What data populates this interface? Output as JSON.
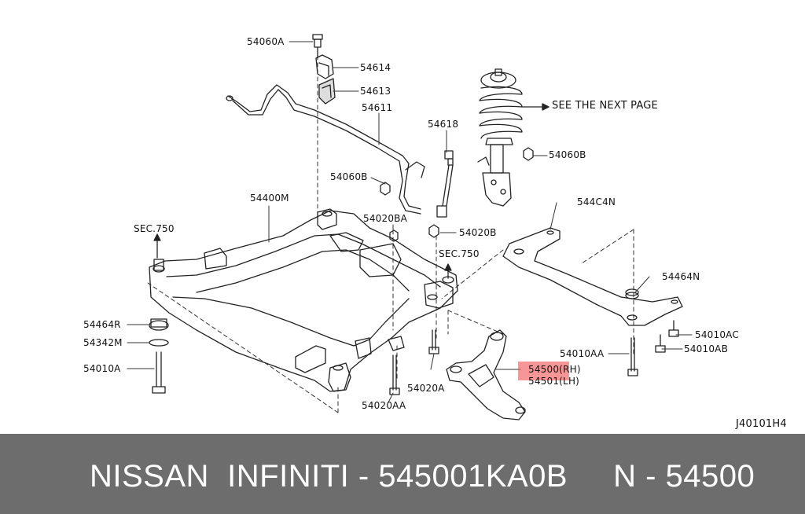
{
  "diagram": {
    "code": "J40101H4",
    "see_next_page": "SEE THE NEXT PAGE",
    "labels": {
      "p54060A": "54060A",
      "p54614": "54614",
      "p54613": "54613",
      "p54611": "54611",
      "p54618": "54618",
      "p54060B_top": "54060B",
      "p54060B_mid": "54060B",
      "p54400M": "54400M",
      "p54020BA": "54020BA",
      "p54020B": "54020B",
      "sec750_left": "SEC.750",
      "sec750_mid": "SEC.750",
      "p544C4N": "544C4N",
      "p54464N": "54464N",
      "p54010AC": "54010AC",
      "p54010AB": "54010AB",
      "p54010AA": "54010AA",
      "p54500": "54500(RH)",
      "p54501": "54501(LH)",
      "p54464R": "54464R",
      "p54342M": "54342M",
      "p54010A": "54010A",
      "p54020A": "54020A",
      "p54020AA": "54020AA"
    },
    "highlight_color": "#f05050"
  },
  "footer": {
    "text": "NISSAN  INFINITI - 545001KA0B     N - 54500",
    "bg_color": "#6d6d6d",
    "text_color": "#ffffff"
  }
}
